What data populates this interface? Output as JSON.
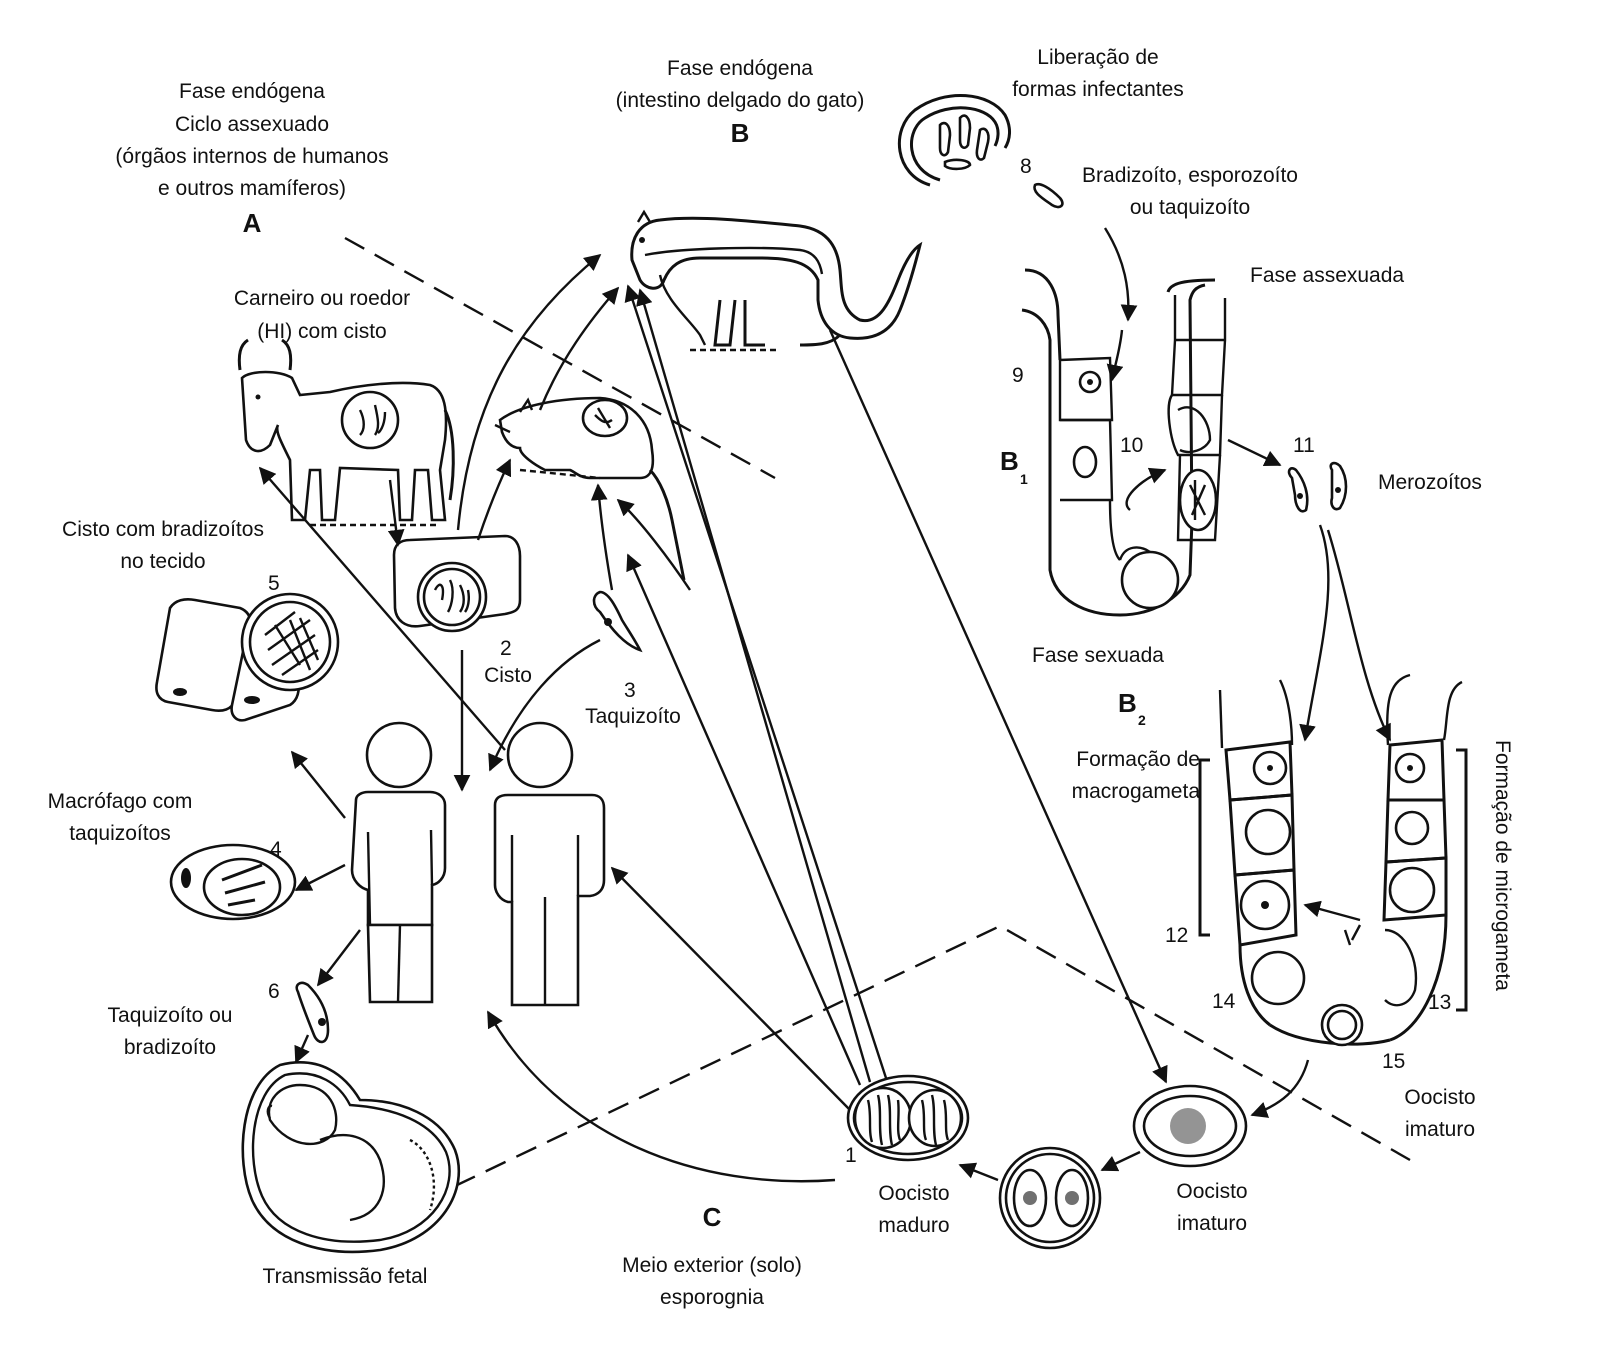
{
  "regions": {
    "A": {
      "letter": "A",
      "lines": [
        "Fase endógena",
        "Ciclo assexuado",
        "(órgãos internos de humanos",
        "e outros mamíferos)"
      ]
    },
    "B": {
      "letter": "B",
      "lines": [
        "Fase endógena",
        "(intestino delgado do gato)"
      ]
    },
    "C": {
      "letter": "C",
      "lines": [
        "Meio exterior (solo)",
        "esporognia"
      ]
    },
    "B1": {
      "letter": "B",
      "subscript": "1",
      "title": "Fase assexuada"
    },
    "B2": {
      "letter": "B",
      "subscript": "2",
      "title": "Fase sexuada"
    }
  },
  "labels": {
    "liberacao": [
      "Liberação de",
      "formas infectantes"
    ],
    "bradizoito_esporozoito": [
      "Bradizoíto, esporozoíto",
      "ou taquizoíto"
    ],
    "carneiro": [
      "Carneiro ou roedor",
      "(HI) com cisto"
    ],
    "cisto_bradizoitos": [
      "Cisto com bradizoítos",
      "no tecido"
    ],
    "cisto": "Cisto",
    "taquizoito": "Taquizoíto",
    "macrofago": [
      "Macrófago com",
      "taquizoítos"
    ],
    "taquizoito_ou": [
      "Taquizoíto ou",
      "bradizoíto"
    ],
    "transmissao_fetal": "Transmissão fetal",
    "merozoitos": "Merozoítos",
    "formacao_macrogameta": [
      "Formação de",
      "macrogameta"
    ],
    "formacao_microgameta": "Formação de microgameta",
    "oocisto_maduro": [
      "Oocisto",
      "maduro"
    ],
    "oocisto_imaturo_1": [
      "Oocisto",
      "imaturo"
    ],
    "oocisto_imaturo_2": [
      "Oocisto",
      "imaturo"
    ]
  },
  "steps": {
    "s1": "1",
    "s2": "2",
    "s3": "3",
    "s4": "4",
    "s5": "5",
    "s6": "6",
    "s8": "8",
    "s9": "9",
    "s10": "10",
    "s11": "11",
    "s12": "12",
    "s13": "13",
    "s14": "14",
    "s15": "15"
  }
}
